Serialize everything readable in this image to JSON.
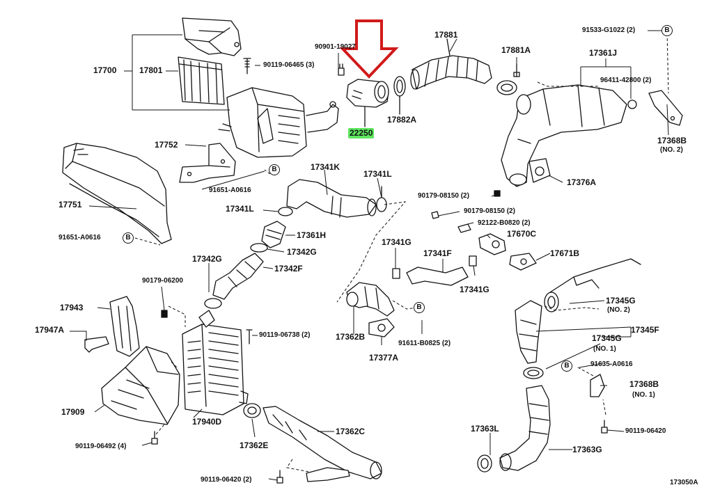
{
  "diagram_id": "173050A",
  "highlight_color": "#5ee65e",
  "arrow_color": "#d11a1a",
  "ref_marker": "B",
  "labels": {
    "p17700": "17700",
    "p17801": "17801",
    "p90901": "90901-19027",
    "p90119_06465": "90119-06465 (3)",
    "p17881": "17881",
    "p17881A": "17881A",
    "p91533": "91533-G1022 (2)",
    "p17361J": "17361J",
    "p96411": "96411-42800 (2)",
    "p17368B_a": "17368B",
    "no2_a": "(NO. 2)",
    "p22250": "22250",
    "p17882A": "17882A",
    "p17752": "17752",
    "p91651_a": "91651-A0616",
    "p17341K": "17341K",
    "p17341L_a": "17341L",
    "p17376A": "17376A",
    "p90179_08150_a": "90179-08150 (2)",
    "p17751": "17751",
    "p17341L_b": "17341L",
    "p90179_08150_b": "90179-08150 (2)",
    "p92122": "92122-B0820 (2)",
    "p17361H": "17361H",
    "p17670C": "17670C",
    "p91651_b": "91651-A0616",
    "p17342G_a": "17342G",
    "p17341G_a": "17341G",
    "p17671B": "17671B",
    "p17342G_b": "17342G",
    "p17342F": "17342F",
    "p17341F": "17341F",
    "p90179_06200": "90179-06200",
    "p17341G_b": "17341G",
    "p17345G_a": "17345G",
    "no2_b": "(NO. 2)",
    "p17943": "17943",
    "p17345F": "17345F",
    "p17947A": "17947A",
    "p90119_06738": "90119-06738 (2)",
    "p17362B": "17362B",
    "p91611": "91611-B0825 (2)",
    "p17345G_b": "17345G",
    "no1_a": "(NO. 1)",
    "p17377A": "17377A",
    "p91635": "91635-A0616",
    "p17368B_b": "17368B",
    "no1_b": "(NO. 1)",
    "p17909": "17909",
    "p17940D": "17940D",
    "p17362C": "17362C",
    "p17363L": "17363L",
    "p90119_06420_a": "90119-06420",
    "p90119_06492": "90119-06492 (4)",
    "p17362E": "17362E",
    "p17363G": "17363G",
    "p90119_06420_b": "90119-06420 (2)",
    "p173050A": "173050A"
  }
}
